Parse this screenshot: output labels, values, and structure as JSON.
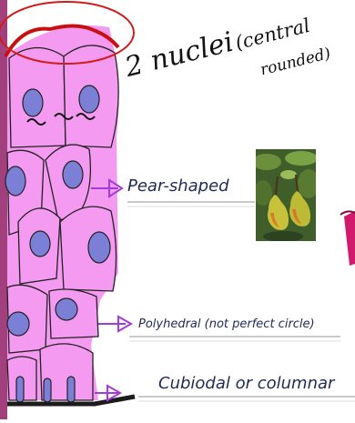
{
  "annotation": {
    "nuclei_line1": "2 nuclei",
    "nuclei_line2": "(central",
    "nuclei_line3": "rounded)"
  },
  "labels": {
    "pear_shaped": "Pear-shaped",
    "polyhedral": "Polyhedral (not perfect circle)",
    "cuboidal": "Cubiodal or columnar"
  },
  "image": {
    "icon": "pear-photo"
  },
  "colors": {
    "cell_fill": "#f59af1",
    "nucleus_fill": "#7b7fd6",
    "arrow": "#a23bdc",
    "circle": "#d21b1b",
    "cap": "#c91010",
    "basement": "#1c1c1c",
    "side_strip": "#a2407d"
  }
}
